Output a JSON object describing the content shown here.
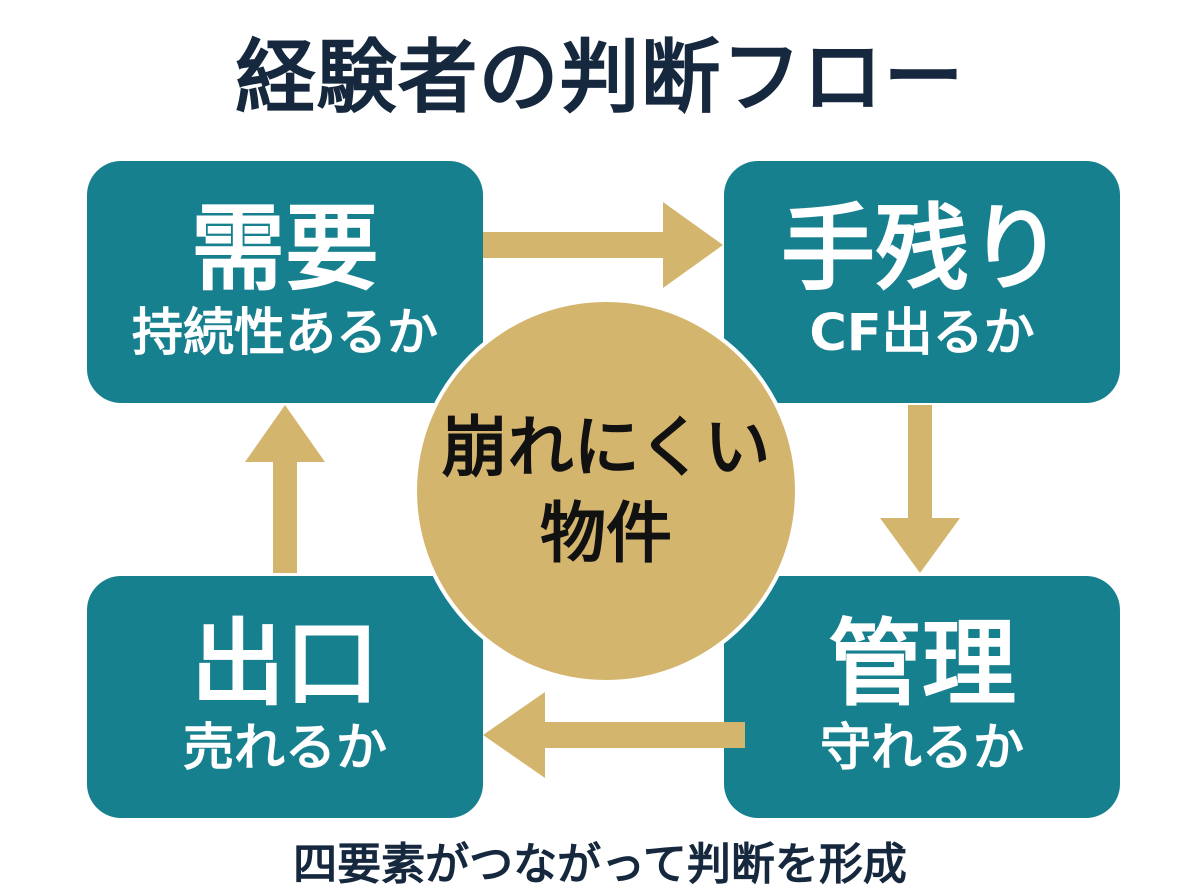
{
  "title": "経験者の判断フロー",
  "caption": "四要素がつながって判断を形成",
  "center": {
    "line1": "崩れにくい",
    "line2": "物件"
  },
  "boxes": [
    {
      "id": "demand",
      "label": "需要",
      "sub": "持続性あるか"
    },
    {
      "id": "cashflow",
      "label": "手残り",
      "sub": "CF出るか"
    },
    {
      "id": "exit",
      "label": "出口",
      "sub": "売れるか"
    },
    {
      "id": "management",
      "label": "管理",
      "sub": "守れるか"
    }
  ],
  "arrows": [
    {
      "icon": "arrow-right-icon",
      "direction": "right",
      "from": "需要",
      "to": "手残り"
    },
    {
      "icon": "arrow-down-icon",
      "direction": "down",
      "from": "手残り",
      "to": "管理"
    },
    {
      "icon": "arrow-left-icon",
      "direction": "left",
      "from": "管理",
      "to": "出口"
    },
    {
      "icon": "arrow-up-icon",
      "direction": "up",
      "from": "出口",
      "to": "需要"
    }
  ],
  "colors": {
    "teal": "#17808F",
    "gold": "#D4B56E",
    "navy": "#16283E",
    "white": "#FFFFFF",
    "black": "#111111",
    "bg": "#FFFFFF"
  }
}
